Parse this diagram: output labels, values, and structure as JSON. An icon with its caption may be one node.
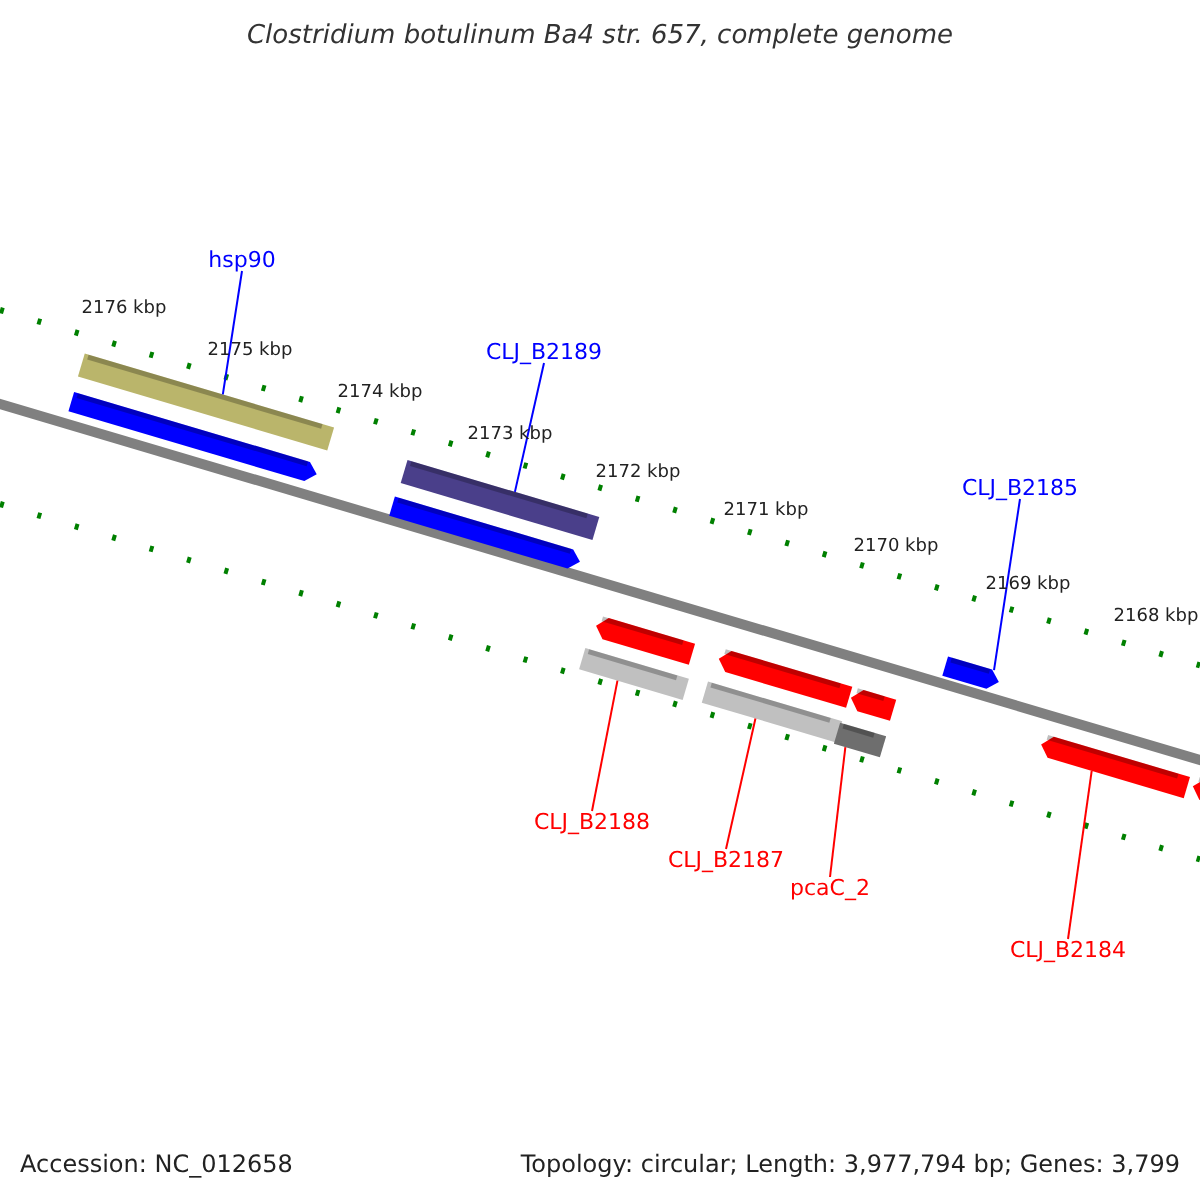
{
  "diagram": {
    "title": "Clostridium botulinum Ba4 str. 657, complete genome",
    "nodes": [
      {
        "text": [
          "hsp90"
        ]
      },
      {
        "text": [
          "CLJ_B2189"
        ]
      },
      {
        "text": [
          "CLJ_B2185"
        ]
      },
      {
        "text": [
          "CLJ_B2188"
        ]
      },
      {
        "text": [
          "CLJ_B2187"
        ]
      },
      {
        "text": [
          "pcaC_2"
        ]
      },
      {
        "text": [
          "CLJ_B2184"
        ]
      },
      {
        "text": [],
        "shape": "bar"
      },
      {
        "text": [],
        "shape": "bar"
      },
      {
        "text": [],
        "shape": "bar"
      },
      {
        "text": [],
        "shape": "bar"
      },
      {
        "text": [],
        "shape": "bar"
      },
      {
        "text": [],
        "shape": "bar"
      },
      {
        "text": [],
        "shape": "bar"
      },
      {
        "text": [],
        "shape": "bar"
      },
      {
        "text": [],
        "shape": "bar"
      },
      {
        "text": [],
        "shape": "bar"
      },
      {
        "text": [],
        "shape": "bar"
      },
      {
        "text": [],
        "shape": "bar"
      },
      {
        "text": [],
        "shape": "bar"
      }
    ],
    "edges": [
      {
        "from": 0,
        "to": 7,
        "arrow": "none",
        "color": "#0000ff"
      },
      {
        "from": 1,
        "to": 8,
        "arrow": "none",
        "color": "#0000ff"
      },
      {
        "from": 2,
        "to": 9,
        "arrow": "none",
        "color": "#0000ff"
      },
      {
        "from": 3,
        "to": 10,
        "arrow": "none"
      },
      {
        "from": 4,
        "to": 11,
        "arrow": "none"
      },
      {
        "from": 5,
        "to": 12,
        "arrow": "none"
      },
      {
        "from": 6,
        "to": 13,
        "arrow": "none"
      }
    ],
    "labels": [
      "2176 kbp",
      "2175 kbp",
      "2174 kbp",
      "2173 kbp",
      "2172 kbp",
      "2171 kbp",
      "2170 kbp",
      "2169 kbp",
      "2168 kbp",
      "Accession: NC_012658",
      "Topology: circular; Length: 3,977,794 bp; Genes: 3,799"
    ]
  }
}
